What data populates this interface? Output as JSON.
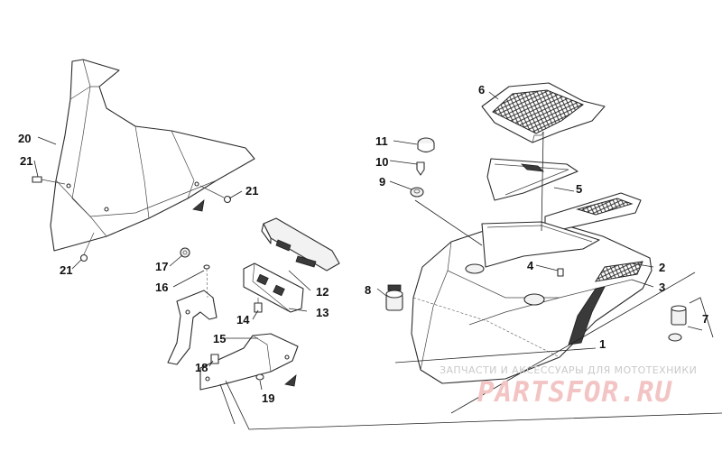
{
  "callouts": [
    {
      "id": "c1",
      "label": "1"
    },
    {
      "id": "c2",
      "label": "2"
    },
    {
      "id": "c3",
      "label": "3"
    },
    {
      "id": "c4",
      "label": "4"
    },
    {
      "id": "c5",
      "label": "5"
    },
    {
      "id": "c6",
      "label": "6"
    },
    {
      "id": "c7",
      "label": "7"
    },
    {
      "id": "c8",
      "label": "8"
    },
    {
      "id": "c9",
      "label": "9"
    },
    {
      "id": "c10",
      "label": "10"
    },
    {
      "id": "c11",
      "label": "11"
    },
    {
      "id": "c12",
      "label": "12"
    },
    {
      "id": "c13",
      "label": "13"
    },
    {
      "id": "c14",
      "label": "14"
    },
    {
      "id": "c15",
      "label": "15"
    },
    {
      "id": "c16",
      "label": "16"
    },
    {
      "id": "c17",
      "label": "17"
    },
    {
      "id": "c18",
      "label": "18"
    },
    {
      "id": "c19",
      "label": "19"
    },
    {
      "id": "c20",
      "label": "20"
    },
    {
      "id": "c21a",
      "label": "21"
    },
    {
      "id": "c21b",
      "label": "21"
    },
    {
      "id": "c21c",
      "label": "21"
    }
  ],
  "watermark": {
    "caption": "ЗАПЧАСТИ И АКСЕССУАРЫ ДЛЯ МОТОТЕХНИКИ",
    "logo": "PARTSFOR.RU"
  }
}
